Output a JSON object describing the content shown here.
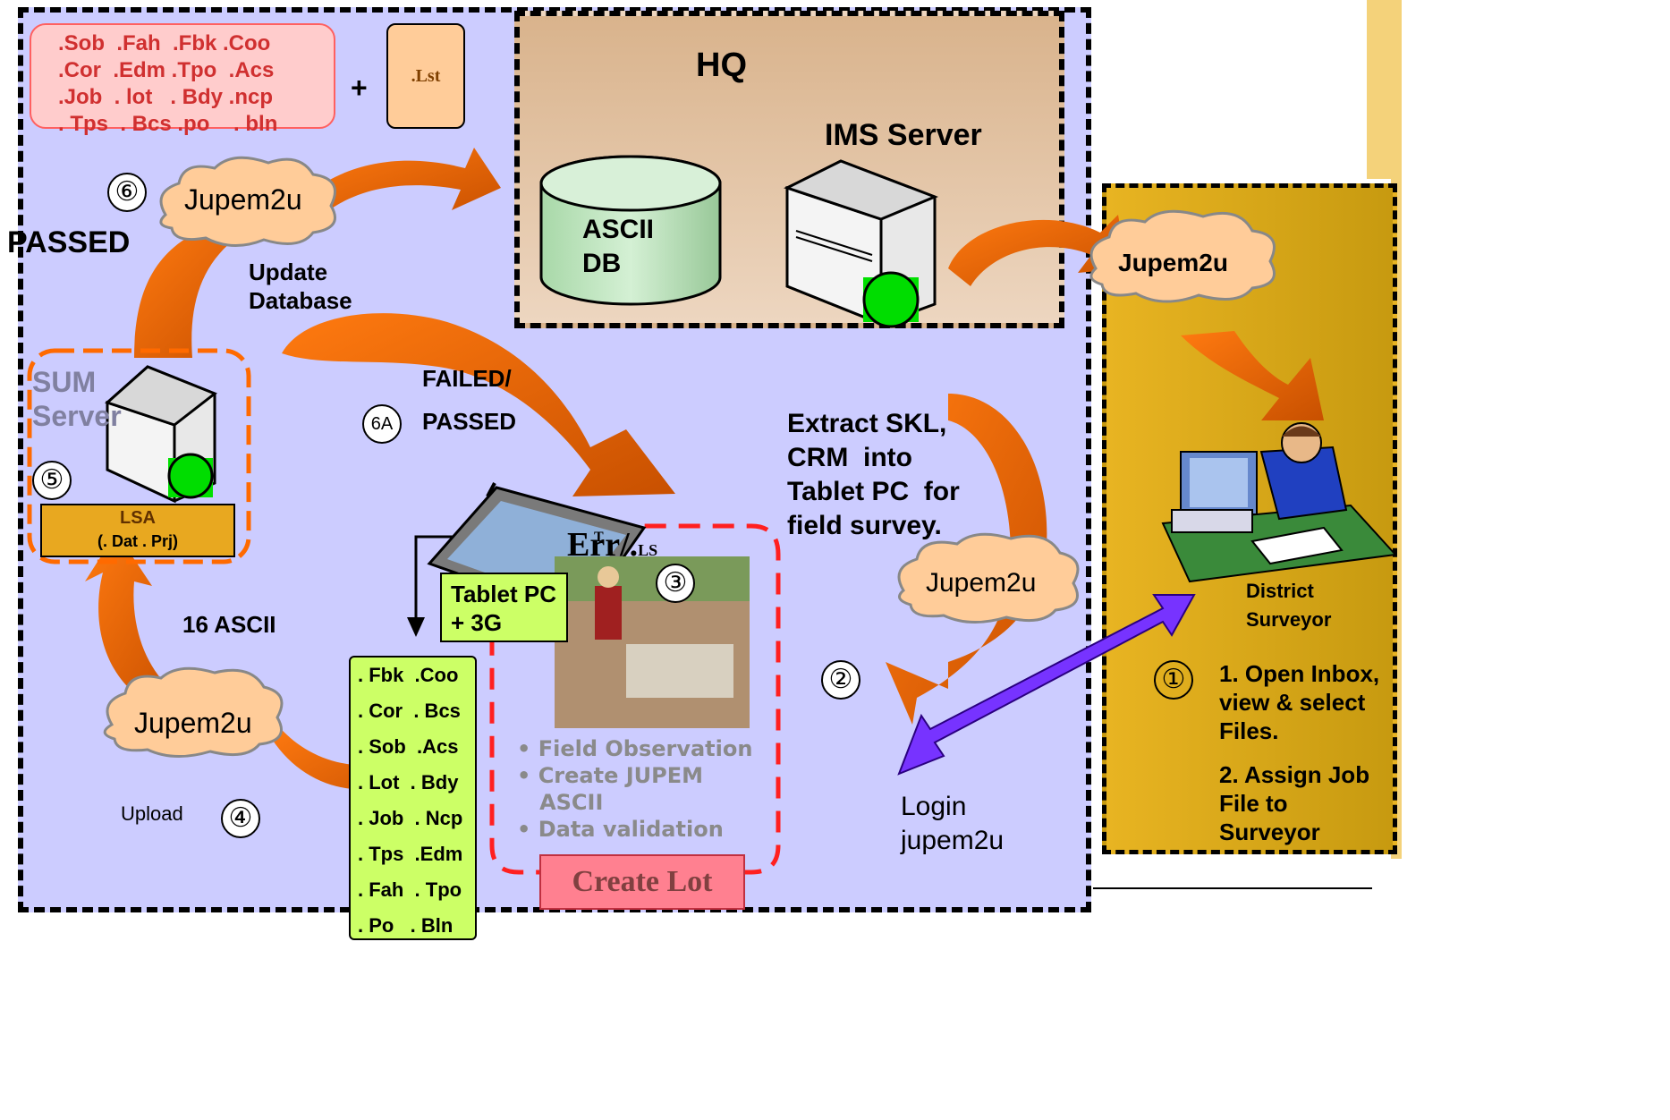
{
  "hq": {
    "title": "HQ",
    "server_label": "IMS Server",
    "db_label": "ASCII\nDB"
  },
  "file_ext_box": {
    "lines": [
      ".Sob  .Fah  .Fbk .Coo",
      ".Cor  .Edm .Tpo  .Acs",
      ".Job  . lot   . Bdy .ncp",
      ". Tps  . Bcs .po    . bln"
    ]
  },
  "plus_sign": "+",
  "lst_box": ".Lst",
  "clouds": {
    "top": "Jupem2u",
    "right": "Jupem2u",
    "middle": "Jupem2u",
    "bottom": "Jupem2u"
  },
  "steps": {
    "s1": "①",
    "s2": "②",
    "s3": "③",
    "s4": "④",
    "s5": "⑤",
    "s6": "⑥",
    "s6a": "6A"
  },
  "labels": {
    "passed": "PASSED",
    "update_db": "Update\nDatabase",
    "failed_passed_1": "FAILED/",
    "failed_passed_2": "PASSED",
    "err_main": "Err/.",
    "err_ls": "LS",
    "err_t": "T",
    "extract": "Extract SKL,\nCRM  into\nTablet PC  for\nfield survey.",
    "ascii16": "16 ASCII",
    "upload": "Upload",
    "login": "Login\njupem2u"
  },
  "sum_server": {
    "label": "SUM\nServer",
    "lsa_title": "LSA",
    "lsa_sub": "(. Dat . Prj)"
  },
  "tablet": {
    "label": "Tablet PC\n+ 3G"
  },
  "ascii_list": {
    "rows": [
      ". Fbk  .Coo",
      ". Cor  . Bcs",
      ". Sob  .Acs",
      ". Lot  . Bdy",
      ". Job  . Ncp",
      ". Tps  .Edm",
      ". Fah  . Tpo",
      ". Po   . Bln"
    ]
  },
  "field": {
    "bullets": [
      "• Field Observation",
      "• Create JUPEM",
      "   ASCII",
      "• Data validation"
    ],
    "button": "Create Lot"
  },
  "district": {
    "title": "District\nSurveyor",
    "step1": "1. Open Inbox,\nview & select\nFiles.",
    "step2": "2. Assign Job\nFile to\nSurveyor"
  },
  "colors": {
    "panel": "#ccccff",
    "hq": "#d9b38c",
    "arrow": "#ff6a00",
    "arrow_dark": "#c04a00",
    "district": "#d6a014",
    "green": "#ccff66",
    "cloud": "#ffcc99",
    "purple": "#7733ff",
    "db": "#b0e0b0"
  }
}
